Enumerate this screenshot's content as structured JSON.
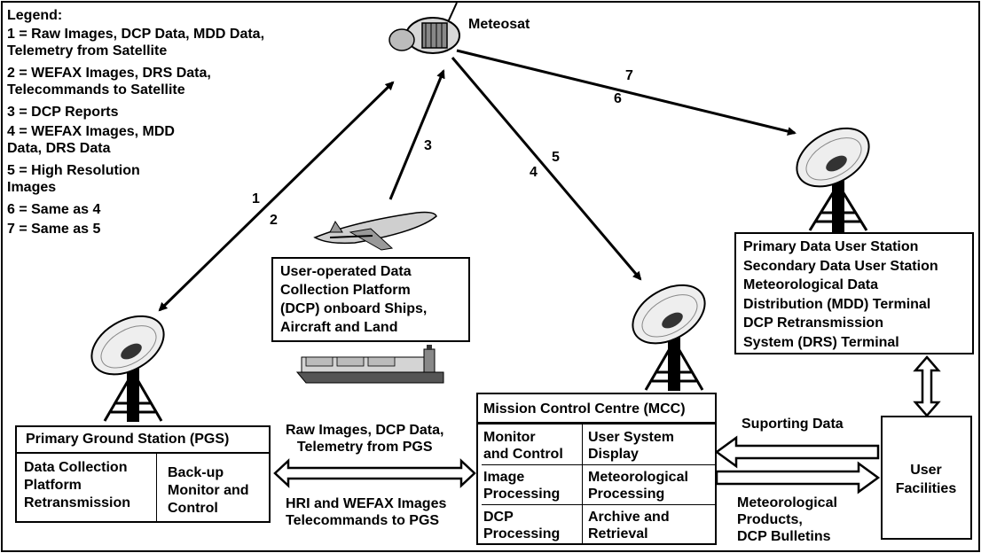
{
  "legend": {
    "title": "Legend:",
    "entries": [
      "1 = Raw Images, DCP Data, MDD Data,\nTelemetry from Satellite",
      "2 = WEFAX Images, DRS Data,\nTelecommands to Satellite",
      "3 = DCP Reports",
      "4 = WEFAX Images, MDD\nData, DRS Data",
      "5 = High Resolution\nImages",
      "6 = Same as 4",
      "7 = Same as 5"
    ]
  },
  "satellite": {
    "label": "Meteosat"
  },
  "link_numbers": {
    "n1": "1",
    "n2": "2",
    "n3": "3",
    "n4": "4",
    "n5": "5",
    "n6": "6",
    "n7": "7"
  },
  "dcp_box": {
    "text": "User-operated Data\nCollection Platform\n(DCP) onboard Ships,\nAircraft and Land"
  },
  "pgs": {
    "title": "Primary Ground Station (PGS)",
    "cells": [
      "Data Collection\nPlatform\nRetransmission",
      "Back-up\nMonitor and\nControl"
    ]
  },
  "mcc": {
    "title": "Mission Control Centre (MCC)",
    "cells": [
      "Monitor\nand Control",
      "User System\nDisplay",
      "Image\nProcessing",
      "Meteorological\nProcessing",
      "DCP\nProcessing",
      "Archive and\nRetrieval"
    ]
  },
  "user_station": {
    "text": "Primary Data User Station\nSecondary Data User Station\nMeteorological Data\nDistribution (MDD) Terminal\nDCP Retransmission\nSystem (DRS) Terminal"
  },
  "user_facilities": {
    "text": "User\nFacilities"
  },
  "pgs_mcc_link": {
    "top": "Raw Images, DCP Data,\nTelemetry from PGS",
    "bottom": "HRI and WEFAX Images\nTelecommands to PGS"
  },
  "mcc_user_link": {
    "top": "Suporting Data",
    "bottom": "Meteorological\nProducts,\nDCP Bulletins"
  },
  "icons": [
    "satellite-icon",
    "dish-antenna-icon",
    "airplane-icon",
    "ship-icon"
  ]
}
